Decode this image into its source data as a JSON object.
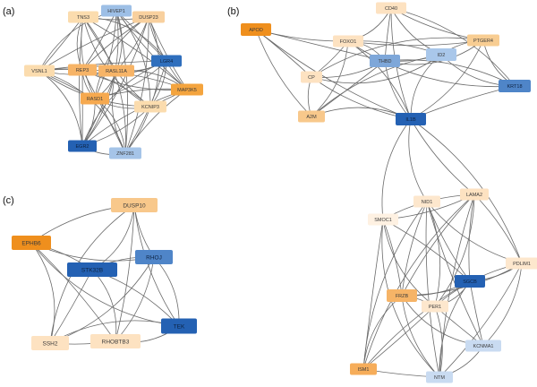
{
  "panels": [
    {
      "label": "(a)",
      "nodes": [
        {
          "id": "TNS3",
          "label": "TNS3",
          "color": "#fbdcae"
        },
        {
          "id": "HIVEP1",
          "label": "HIVEP1",
          "color": "#9dbfe6"
        },
        {
          "id": "DUSP23",
          "label": "DUSP23",
          "color": "#f8d09e"
        },
        {
          "id": "VSNL1",
          "label": "VSNL1",
          "color": "#fbdcae"
        },
        {
          "id": "REPS",
          "label": "REP3",
          "color": "#f7b467"
        },
        {
          "id": "RASL11A",
          "label": "RASL11A",
          "color": "#f7b467"
        },
        {
          "id": "LGR4",
          "label": "LGR4",
          "color": "#2f6fbd"
        },
        {
          "id": "RASD1",
          "label": "RASD1",
          "color": "#f6a94f"
        },
        {
          "id": "MAP3K5",
          "label": "MAP3K5",
          "color": "#f4a43e"
        },
        {
          "id": "KCNIP3",
          "label": "KCNIP3",
          "color": "#fbdcae"
        },
        {
          "id": "EGR2",
          "label": "EGR2",
          "color": "#2461b3"
        },
        {
          "id": "ZNF281",
          "label": "ZNF281",
          "color": "#a5c4e8"
        }
      ]
    },
    {
      "label": "(b)",
      "nodes": [
        {
          "id": "APOD",
          "label": "APOD",
          "color": "#ef8f1d"
        },
        {
          "id": "CD40",
          "label": "CD40",
          "color": "#fde2c1"
        },
        {
          "id": "FOXO1",
          "label": "FOXO1",
          "color": "#fde2c1"
        },
        {
          "id": "PTGER4",
          "label": "PTGER4",
          "color": "#f8cd92"
        },
        {
          "id": "THBD",
          "label": "THBD",
          "color": "#7ea7d9"
        },
        {
          "id": "ID2",
          "label": "ID2",
          "color": "#a9c7ea"
        },
        {
          "id": "CP",
          "label": "CP",
          "color": "#fde2c1"
        },
        {
          "id": "KRT18",
          "label": "KRT18",
          "color": "#4f85c8"
        },
        {
          "id": "A2M",
          "label": "A2M",
          "color": "#f8c88b"
        },
        {
          "id": "IL1B",
          "label": "IL1B",
          "color": "#2461b3"
        },
        {
          "id": "NID1",
          "label": "NID1",
          "color": "#fde7cd"
        },
        {
          "id": "LAMA2",
          "label": "LAMA2",
          "color": "#fde2c1"
        },
        {
          "id": "SMOC1",
          "label": "SMOC1",
          "color": "#fef1e2"
        },
        {
          "id": "PDLIM1",
          "label": "PDLIM1",
          "color": "#fde7cd"
        },
        {
          "id": "FRZB",
          "label": "FRZB",
          "color": "#f6b467"
        },
        {
          "id": "SGCB",
          "label": "SGCB",
          "color": "#2461b3"
        },
        {
          "id": "PER1",
          "label": "PER1",
          "color": "#fde7cd"
        },
        {
          "id": "KCNMA1",
          "label": "KCNMA1",
          "color": "#c9dbf1"
        },
        {
          "id": "ISM1",
          "label": "ISM1",
          "color": "#f6ad5a"
        },
        {
          "id": "NTM",
          "label": "NTM",
          "color": "#c9dbf1"
        }
      ]
    },
    {
      "label": "(c)",
      "nodes": [
        {
          "id": "DUSP10",
          "label": "DUSP10",
          "color": "#f8c88b"
        },
        {
          "id": "EPHB6",
          "label": "EPHB6",
          "color": "#ef8f1d"
        },
        {
          "id": "STK32B",
          "label": "STK32B",
          "color": "#2461b3"
        },
        {
          "id": "RHOJ",
          "label": "RHOJ",
          "color": "#4f85c8"
        },
        {
          "id": "TEK",
          "label": "TEK",
          "color": "#2461b3"
        },
        {
          "id": "SSH2",
          "label": "SSH2",
          "color": "#fde2c1"
        },
        {
          "id": "RHOBTB3",
          "label": "RHOBTB3",
          "color": "#fde2c1"
        }
      ]
    }
  ],
  "edge_color": "#6a6a6a"
}
